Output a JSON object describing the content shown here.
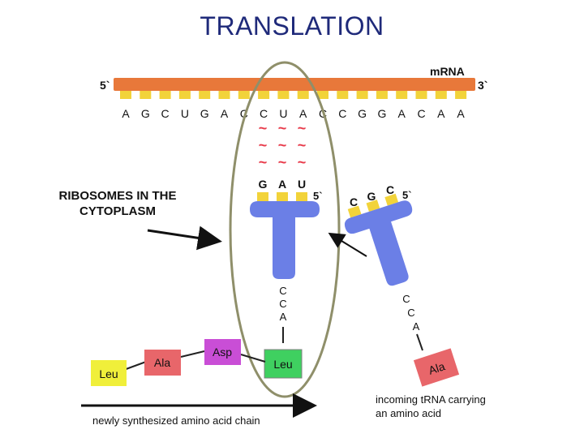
{
  "title": "TRANSLATION",
  "caption": "RIBOSOMES IN THE CYTOPLASM",
  "colors": {
    "mrna_strand": "#e8783a",
    "base_teeth": "#f2d33a",
    "trna_body": "#6b7fe6",
    "ellipse": "#8f8f6a",
    "leu": "#f0ef3a",
    "ala": "#e8666a",
    "asp": "#c94ed6",
    "leu_active": "#3fd060"
  },
  "mrna": {
    "label": "mRNA",
    "five_prime": "5`",
    "three_prime": "3`",
    "codons": [
      "A",
      "G",
      "C",
      "U",
      "G",
      "A",
      "C",
      "C",
      "U",
      "A",
      "C",
      "C",
      "G",
      "G",
      "A",
      "C",
      "A",
      "A"
    ]
  },
  "bonds": "~",
  "trna_bound": {
    "anticodon": [
      "G",
      "A",
      "U"
    ],
    "five_prime": "5`",
    "tail": [
      "C",
      "C",
      "A"
    ],
    "amino_acid": "Leu"
  },
  "trna_incoming": {
    "anticodon": [
      "C",
      "G",
      "C"
    ],
    "five_prime": "5`",
    "tail": [
      "C",
      "C",
      "A"
    ],
    "amino_acid": "Ala"
  },
  "chain": {
    "amino_acids": [
      "Leu",
      "Ala",
      "Asp"
    ],
    "label": "newly synthesized amino acid chain"
  },
  "incoming_label_line1": "incoming tRNA carrying",
  "incoming_label_line2": "an amino acid"
}
